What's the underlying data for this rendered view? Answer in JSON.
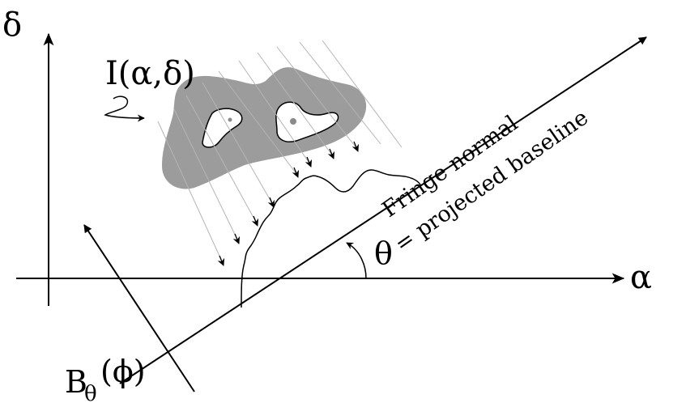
{
  "labels": {
    "delta_axis": "δ",
    "alpha_axis": "α",
    "intensity": "I(α,δ)",
    "theta": "θ",
    "baseline_B": "B",
    "baseline_sub": "θ",
    "baseline_arg": "(ϕ)",
    "fringe_line1": "Fringe normal",
    "fringe_line2": "= projected baseline"
  },
  "colors": {
    "ink": "#000000",
    "source_fill": "#9c9c9c",
    "source_hole": "#ffffff",
    "rays": "#b4b4b4"
  }
}
